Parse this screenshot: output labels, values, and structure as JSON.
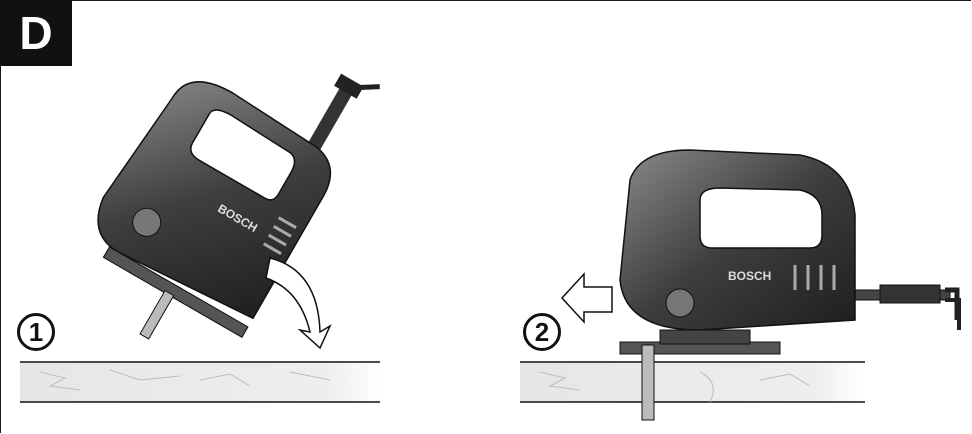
{
  "figure": {
    "label": "D",
    "brand": "BOSCH",
    "steps": [
      {
        "number": "1"
      },
      {
        "number": "2"
      }
    ]
  }
}
